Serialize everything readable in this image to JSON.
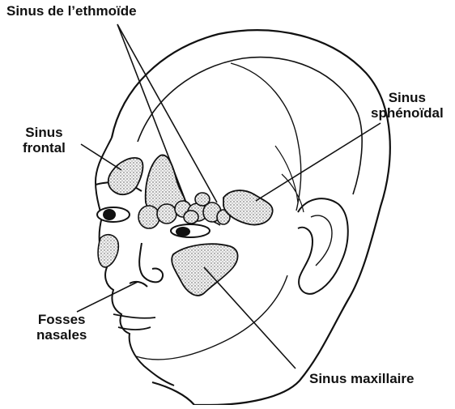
{
  "labels": {
    "ethmoide": {
      "line1": "Sinus de l’ethmoïde"
    },
    "sphenoidal": {
      "line1": "Sinus",
      "line2": "sphénoïdal"
    },
    "frontal": {
      "line1": "Sinus",
      "line2": "frontal"
    },
    "fosses": {
      "line1": "Fosses",
      "line2": "nasales"
    },
    "maxillaire": {
      "line1": "Sinus maxillaire"
    }
  },
  "colors": {
    "ink": "#111111",
    "sinus_fill": "#d9d9d9",
    "background": "#ffffff"
  }
}
